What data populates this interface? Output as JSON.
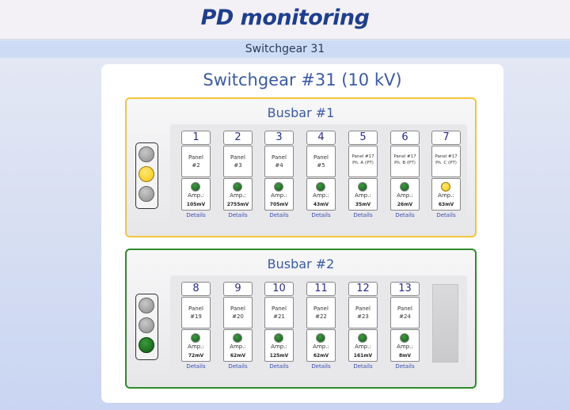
{
  "app": {
    "title": "PD monitoring",
    "subtitle": "Switchgear 31"
  },
  "switchgear": {
    "title": "Switchgear #31 (10 kV)"
  },
  "busbars": [
    {
      "title": "Busbar #1",
      "status": "warning",
      "border_color": "#f2c53d",
      "panels": [
        {
          "num": "1",
          "name1": "Panel",
          "name2": "#2",
          "amp_label": "Amp.:",
          "amp": "105mV",
          "details": "Details",
          "led": "green"
        },
        {
          "num": "2",
          "name1": "Panel",
          "name2": "#3",
          "amp_label": "Amp.:",
          "amp": "2755mV",
          "details": "Details",
          "led": "green"
        },
        {
          "num": "3",
          "name1": "Panel",
          "name2": "#4",
          "amp_label": "Amp.:",
          "amp": "705mV",
          "details": "Details",
          "led": "green"
        },
        {
          "num": "4",
          "name1": "Panel",
          "name2": "#5",
          "amp_label": "Amp.:",
          "amp": "43mV",
          "details": "Details",
          "led": "green"
        },
        {
          "num": "5",
          "name1": "Panel #17",
          "name2": "Ph. A (PT)",
          "amp_label": "Amp.:",
          "amp": "35mV",
          "details": "Details",
          "led": "green"
        },
        {
          "num": "6",
          "name1": "Panel #17",
          "name2": "Ph. B (PT)",
          "amp_label": "Amp.:",
          "amp": "26mV",
          "details": "Details",
          "led": "green"
        },
        {
          "num": "7",
          "name1": "Panel #17",
          "name2": "Ph. C (PT)",
          "amp_label": "Amp.:",
          "amp": "63mV",
          "details": "Details",
          "led": "yellow"
        }
      ]
    },
    {
      "title": "Busbar #2",
      "status": "ok",
      "border_color": "#2f8a2f",
      "panels": [
        {
          "num": "8",
          "name1": "Panel",
          "name2": "#19",
          "amp_label": "Amp.:",
          "amp": "72mV",
          "details": "Details",
          "led": "green"
        },
        {
          "num": "9",
          "name1": "Panel",
          "name2": "#20",
          "amp_label": "Amp.:",
          "amp": "62mV",
          "details": "Details",
          "led": "green"
        },
        {
          "num": "10",
          "name1": "Panel",
          "name2": "#21",
          "amp_label": "Amp.:",
          "amp": "125mV",
          "details": "Details",
          "led": "green"
        },
        {
          "num": "11",
          "name1": "Panel",
          "name2": "#22",
          "amp_label": "Amp.:",
          "amp": "62mV",
          "details": "Details",
          "led": "green"
        },
        {
          "num": "12",
          "name1": "Panel",
          "name2": "#23",
          "amp_label": "Amp.:",
          "amp": "161mV",
          "details": "Details",
          "led": "green"
        },
        {
          "num": "13",
          "name1": "Panel",
          "name2": "#24",
          "amp_label": "Amp.:",
          "amp": "8mV",
          "details": "Details",
          "led": "green"
        }
      ]
    }
  ]
}
